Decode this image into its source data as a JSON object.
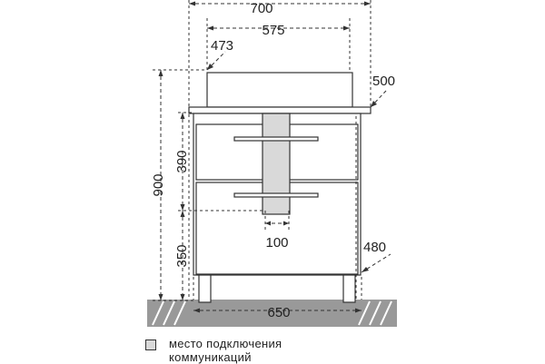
{
  "dimensions": {
    "overall_width": "700",
    "basin_width": "575",
    "basin_depth": "473",
    "top_depth": "500",
    "total_height": "900",
    "drawer_height": "390",
    "leg_height": "350",
    "pipe_zone_width": "100",
    "body_depth": "480",
    "floor_width": "650"
  },
  "legend": {
    "line1": "место подключения",
    "line2": "коммуникаций"
  },
  "colors": {
    "line": "#333333",
    "hatch": "#999999",
    "connection_zone": "#d9d9d9",
    "text": "#222222"
  }
}
